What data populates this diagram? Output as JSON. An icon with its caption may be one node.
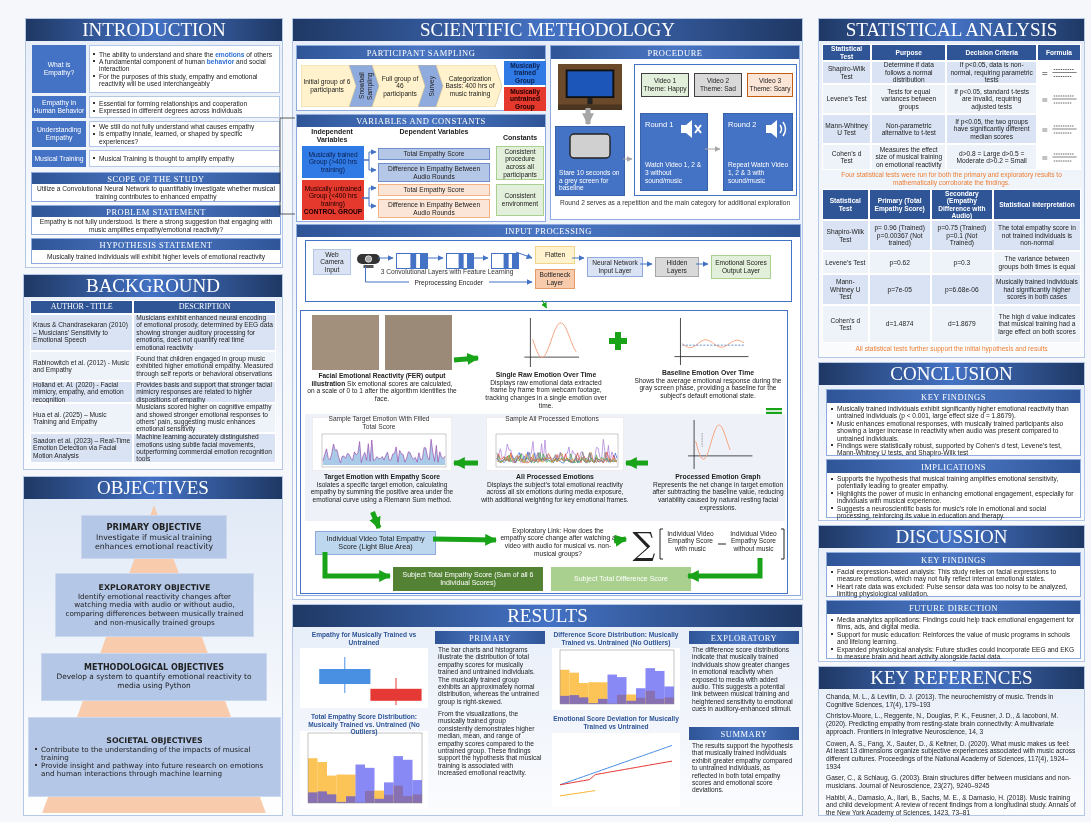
{
  "diagram": {
    "nodes": [
      {
        "text": [
          "INTRODUCTION"
        ]
      },
      {
        "text": [
          "What is Empathy?"
        ],
        "in": 0
      },
      {
        "text": [
          "The ability to understand and share the **emotions** of others",
          "A fundamental component of human **behavior** and social interaction",
          "For the purposes of this study, empathy and emotional reactivity will be used interchangeably"
        ],
        "in": 0
      },
      {
        "text": [
          "Empathy in Human Behavior"
        ],
        "in": 0
      },
      {
        "text": [
          "Essential for forming relationships and cooperation",
          "Expressed in different degrees across individuals"
        ],
        "in": 0
      },
      {
        "text": [
          "Understanding Empathy"
        ],
        "in": 0
      },
      {
        "text": [
          "We still do not fully understand what causes empathy",
          "Is empathy innate, learned, or shaped by specific experiences?"
        ],
        "in": 0
      },
      {
        "text": [
          "Musical Training"
        ],
        "in": 0
      },
      {
        "text": [
          "Musical Training is thought to amplify empathy"
        ],
        "in": 0
      },
      {
        "text": [
          "SCOPE OF THE STUDY",
          "Utilize a Convolutional Neural Network to quantifiably investigate whether musical training contributes to enhanced empathy"
        ],
        "in": 0
      },
      {
        "text": [
          "PROBLEM STATEMENT",
          "Empathy is not fully understood. Is there a strong suggestion that engaging with music amplifies empathy/emotional reactivity?"
        ],
        "in": 0
      },
      {
        "text": [
          "HYPOTHESIS STATEMENT",
          "Musically trained individuals will exhibit higher levels of emotional reactivity"
        ],
        "in": 0
      },
      {
        "text": [
          "BACKGROUND"
        ]
      },
      {
        "text": [
          "OBJECTIVES"
        ]
      },
      {
        "text": [
          "PRIMARY OBJECTIVE",
          "Investigate if musical training enhances emotional reactivity"
        ],
        "in": 13
      },
      {
        "text": [
          "EXPLORATORY OBJECTIVE",
          "Identify emotional reactivity changes after watching media with audio or without audio, comparing differences between musically trained and non-musically trained groups"
        ],
        "in": 13
      },
      {
        "text": [
          "METHODOLOGICAL OBJECTIVES",
          "Develop a system to quantify emotional reactivity to media using Python"
        ],
        "in": 13
      },
      {
        "text": [
          "SOCIETAL OBJECTIVES",
          "Contribute to the understanding of the impacts of musical training",
          "Provide insight and pathway into future research on emotions and human interactions through machine learning"
        ],
        "in": 13
      },
      {
        "text": [
          "SCIENTIFIC METHODOLOGY"
        ]
      },
      {
        "text": [
          "PARTICIPANT SAMPLING"
        ],
        "in": 18
      },
      {
        "text": [
          "Initial group of 6 participants"
        ],
        "in": 19
      },
      {
        "text": [
          "Snowball Sampling"
        ],
        "in": 19
      },
      {
        "text": [
          "Full group of 46 participants"
        ],
        "in": 19
      },
      {
        "text": [
          "Survey"
        ],
        "in": 19
      },
      {
        "text": [
          "Categorization Basis: 400 hrs of music training"
        ],
        "in": 19
      },
      {
        "text": [
          "Musically trained Group"
        ],
        "in": 19
      },
      {
        "text": [
          "Musically untrained Group"
        ],
        "in": 19
      },
      {
        "text": [
          "VARIABLES AND CONSTANTS",
          "Independent Variables",
          "Dependent Variables",
          "Constants"
        ],
        "in": 18
      },
      {
        "text": [
          "Musically trained Group (>400 hrs training)"
        ],
        "in": 27
      },
      {
        "text": [
          "Total Empathy Score"
        ],
        "in": 27
      },
      {
        "text": [
          "Difference in Empathy Between Audio Rounds"
        ],
        "in": 27
      },
      {
        "text": [
          "Musically untrained Group (<400 hrs training)",
          "CONTROL GROUP"
        ],
        "in": 27
      },
      {
        "text": [
          "Total Empathy Score"
        ],
        "in": 27
      },
      {
        "text": [
          "Difference in Empathy Between Audio Rounds"
        ],
        "in": 27
      },
      {
        "text": [
          "Consistent procedure across all participants"
        ],
        "in": 27
      },
      {
        "text": [
          "Consistent environment"
        ],
        "in": 27
      },
      {
        "text": [
          "PROCEDURE"
        ],
        "in": 18
      },
      {
        "text": [],
        "shape": "picture",
        "in": 36
      },
      {
        "text": [
          "Stare 10 seconds on a grey screen for baseline"
        ],
        "in": 36
      },
      {
        "text": [],
        "shape": "box",
        "in": 36
      },
      {
        "text": [
          "Video 1 Theme: Happy"
        ],
        "in": 39
      },
      {
        "text": [
          "Video 2 Theme: Sad"
        ],
        "in": 39
      },
      {
        "text": [
          "Video 3 Theme: Scary"
        ],
        "in": 39
      },
      {
        "text": [
          "Round 1",
          "Watch Video 1, 2 & 3 without sound/music"
        ],
        "in": 39
      },
      {
        "text": [
          "Round 2",
          "Repeat Watch Video 1, 2 & 3 with sound/music"
        ],
        "in": 39
      },
      {
        "text": [
          "INPUT PROCESSING"
        ],
        "in": 18
      },
      {
        "text": [],
        "shape": "box",
        "in": 45
      },
      {
        "text": [
          "Web Camera Input"
        ],
        "in": 46
      },
      {
        "text": [],
        "shape": "picture",
        "in": 46
      },
      {
        "text": [],
        "shape": "box",
        "in": 46
      },
      {
        "text": [],
        "shape": "box",
        "in": 46
      },
      {
        "text": [],
        "shape": "box",
        "in": 46
      },
      {
        "text": [
          "Flatten"
        ],
        "in": 46
      },
      {
        "text": [
          "Bottleneck Layer"
        ],
        "in": 46
      },
      {
        "text": [
          "Neural Network Input Layer"
        ],
        "in": 46
      },
      {
        "text": [
          "Hidden Layers"
        ],
        "in": 46
      },
      {
        "text": [
          "Emotional Scores Output Layer"
        ],
        "in": 46
      },
      {
        "text": [],
        "shape": "box",
        "in": 45
      },
      {
        "text": [
          "**Facial Emotional Reactivity (FER) output illustration** Six emotional scores are calculated, on a scale of 0 to 1 after the algorithm identifies the face."
        ],
        "in": 57
      },
      {
        "text": [
          "Single Raw Emotion Over Time",
          "Displays raw emotional data extracted frame by frame from webcam footage, tracking changes in a single emotion over time."
        ],
        "in": 57
      },
      {
        "text": [
          "Baseline Emotion Over Time",
          "Shows the average emotional response during the gray screen phase, providing a baseline for the subject’s default emotional state."
        ],
        "in": 57
      },
      {
        "text": [
          "Processed Emotion Graph",
          "Represents the net change in target emotion after subtracting the baseline value, reducing variability caused by natural resting facial expressions."
        ],
        "in": 57
      },
      {
        "text": [
          "All Processed Emotions",
          "Displays the subject’s total emotional reactivity across all six emotions during media exposure, with additional weighting for key emotional frames."
        ],
        "in": 57
      },
      {
        "text": [
          "Target Emotion with Empathy Score",
          "Isolates a specific target emotion, calculating empathy by summing the positive area under the emotional curve using a Riemann Sum method."
        ],
        "in": 57
      },
      {
        "text": [
          "Individual Video Total Empathy Score (Light Blue Area)"
        ],
        "in": 57
      },
      {
        "text": [
          "Exploratory Link: How does the empathy score change after watching a video with audio for musical vs. non-musical groups?"
        ],
        "in": 57
      },
      {
        "text": [
          "∑",
          "Individual Video Empathy Score with music",
          "Individual Video Empathy Score without music"
        ],
        "in": 57
      },
      {
        "text": [
          "Subject Total Empathy Score (Sum of all 6 Individual Scores)"
        ],
        "in": 57
      },
      {
        "text": [
          "Subject Total Difference Score"
        ],
        "in": 57
      },
      {
        "text": [
          "RESULTS"
        ]
      },
      {
        "text": [
          "PRIMARY",
          "The bar charts and histograms illustrate the distribution of total empathy scores for musically trained and untrained individuals. The musically trained group exhibits an approximately normal distribution, whereas the untrained group is right-skewed.",
          "From the visualizations, the musically trained group consistently demonstrates higher median, mean, and range of empathy scores compared to the untrained group. These findings support the hypothesis that musical training is associated with increased emotional reactivity."
        ],
        "in": 69
      },
      {
        "text": [
          "EXPLORATORY",
          "The difference score distributions indicate that musically trained individuals show greater changes in emotional reactivity when exposed to media with added audio. This suggests a potential link between musical training and heightened sensitivity to emotional cues in auditory-enhanced stimuli."
        ],
        "in": 69
      },
      {
        "text": [
          "SUMMARY",
          "The results support the hypothesis that musically trained individuals exhibit greater empathy compared to untrained individuals, as reflected in both total empathy scores and emotional score deviations."
        ],
        "in": 69
      },
      {
        "text": [
          "STATISTICAL ANALYSIS"
        ]
      },
      {
        "text": [
          "CONCLUSION"
        ]
      },
      {
        "text": [
          "KEY FINDINGS",
          "Musically trained individuals exhibit significantly higher emotional reactivity than untrained individuals (p < 0.001, large effect size d = 1.8679).",
          "Music enhances emotional responses, with musically trained participants also showing a larger increase in reactivity when audio was present compared to untrained individuals.",
          "Findings were statistically robust, supported by Cohen’s d test, Levene’s test, Mann-Whitney U tests, and Shapiro-Wilk test"
        ],
        "in": 74
      },
      {
        "text": [
          "IMPLICATIONS",
          "Supports the hypothesis that musical training amplifies emotional sensitivity, potentially leading to greater empathy.",
          "Highlights the power of music in enhancing emotional engagement, especially for individuals with musical experience.",
          "Suggests a neuroscientific basis for music’s role in emotional and social processing, reinforcing its value in education and therapy."
        ],
        "in": 74
      },
      {
        "text": [
          "DISCUSSION"
        ]
      },
      {
        "text": [
          "KEY FINDINGS",
          "Facial expression-based analysis: This study relies on facial expressions to measure emotions, which may not fully reflect internal emotional states.",
          "Heart rate data was excluded: Pulse sensor data was too noisy to be analyzed, limiting physiological validation."
        ],
        "in": 77
      },
      {
        "text": [
          "FUTURE DIRECTION",
          "Media analytics applications: Findings could help track emotional engagement for films, ads, and digital media.",
          "Support for music education: Reinforces the value of music programs in schools and lifelong learning.",
          "Expanded physiological analysis: Future studies could incorporate EEG and EKG to measure brain and heart activity alongside facial data."
        ],
        "in": 77
      },
      {
        "text": [
          "KEY REFERENCES",
          "Chanda, M. L., & Levitin, D. J. (2013). The neurochemistry of music. Trends in Cognitive Sciences, 17(4), 179–193",
          "Christov-Moore, L., Reggente, N., Douglas, P. K., Feusner, J. D., & Iacoboni, M. (2020). Predicting empathy from resting-state brain connectivity: A multivariate approach. Frontiers in Integrative Neuroscience, 14, 3",
          "Cowen, A. S., Fang, X., Sauter, D., & Keltner, D. (2020). What music makes us feel: At least 13 dimensions organize subjective experiences associated with music across different cultures. Proceedings of the National Academy of Sciences, 117(4), 1924–1934",
          "Gaser, C., & Schlaug, G. (2003). Brain structures differ between musicians and non-musicians. Journal of Neuroscience, 23(27), 9240–9245",
          "Habibi, A., Damasio, A., Ilari, B., Sachs, M. E., & Damasio, H. (2018). Music training and child development: A review of recent findings from a longitudinal study. Annals of the New York Academy of Sciences, 1423, 73–81"
        ]
      }
    ],
    "edges": [
      {
        "from": 28,
        "to": 29,
        "arrow": "to"
      },
      {
        "from": 28,
        "to": 30,
        "arrow": "to"
      },
      {
        "from": 31,
        "to": 32,
        "arrow": "to"
      },
      {
        "from": 31,
        "to": 33,
        "arrow": "to"
      },
      {
        "from": 37,
        "to": 38,
        "arrow": "to",
        "style": "thick",
        "color": "#a6a6a6"
      },
      {
        "from": 38,
        "to": 39,
        "arrow": "to",
        "color": "#a6a6a6"
      },
      {
        "from": 43,
        "to": 44,
        "arrow": "to",
        "color": "#a6a6a6"
      },
      {
        "from": 48,
        "to": 49,
        "arrow": "to"
      },
      {
        "from": 49,
        "to": 50,
        "arrow": "to"
      },
      {
        "from": 50,
        "to": 51,
        "arrow": "to"
      },
      {
        "from": 51,
        "to": 52,
        "arrow": "to"
      },
      {
        "from": 48,
        "to": 53,
        "arrow": "to",
        "label": "Preprocessing Encoder"
      },
      {
        "from": 52,
        "to": 54,
        "arrow": "to"
      },
      {
        "from": 54,
        "to": 55,
        "arrow": "to"
      },
      {
        "from": 55,
        "to": 56,
        "arrow": "to"
      },
      {
        "from": 46,
        "to": 57,
        "arrow": "to",
        "color": "#19a319"
      },
      {
        "from": 58,
        "to": 59,
        "arrow": "to",
        "style": "thick",
        "color": "#19a319"
      },
      {
        "from": 61,
        "to": 62,
        "arrow": "to",
        "style": "thick",
        "color": "#19a319"
      },
      {
        "from": 62,
        "to": 63,
        "arrow": "to",
        "style": "thick",
        "color": "#19a319"
      },
      {
        "from": 63,
        "to": 64,
        "arrow": "to",
        "style": "thick",
        "color": "#19a319"
      },
      {
        "from": 64,
        "to": 65,
        "arrow": "to",
        "style": "thick",
        "color": "#19a319"
      },
      {
        "from": 65,
        "to": 66,
        "arrow": "to",
        "style": "thick",
        "color": "#19a319"
      },
      {
        "from": 64,
        "to": 67,
        "arrow": "to",
        "style": "thick",
        "color": "#19a319"
      },
      {
        "from": 66,
        "to": 68,
        "arrow": "to",
        "style": "thick",
        "color": "#19a319"
      }
    ],
    "labels": [
      "AUTHOR - TITLE",
      "DESCRIPTION",
      "Kraus & Chandrasekaran (2010) – Musicians’ Sensitivity to Emotional Speech",
      "Musicians exhibit enhanced neural encoding of emotional prosody, determined by EEG data showing stronger auditory processing for emotions, does not quantify real time emotional reactivity",
      "Rabinowitch et al. (2012) - Music and Empathy",
      "Found that children engaged in group music exhibited higher emotional empathy. Measured through self reports or behavioral observations",
      "Holland et. Al. (2020) - Facial mimicry, empathy, and emotion recognition",
      "Provides basis and support that stronger facial mimicry responses are related to higher dispositions of empathy",
      "Hua et al. (2025) – Music Training and Empathy",
      "Musicians scored higher on cognitive empathy and showed stronger emotional responses to others’ pain, suggesting music enhances emotional sensitivity",
      "Saadon et al. (2023) – Real-Time Emotion Detection via Facial Motion Analysis",
      "Machine learning accurately distinguished emotions using subtle facial movements, outperforming commercial emotion recognition tools",
      "Statistical Test",
      "Purpose",
      "Decision Criteria",
      "Formula",
      "Shapiro-Wilk Test",
      "Determine if data follows a normal distribution",
      "If p<0.05, data is non-normal, requiring parametric tests",
      "Levene’s Test",
      "Tests for equal variances between groups",
      "If p<0.05, standard t-tests are invalid, requiring adjusted tests",
      "Mann-Whitney U Test",
      "Non-parametric alternative to t-test",
      "If p<0.05, the two groups have significantly different median scores",
      "Cohen’s d Test",
      "Measures the effect size of musical training on emotional reactivity",
      "d>0.8 = Large d>0.5 = Moderate d>0.2 = Small",
      "Four statistical tests were run for both the primary and exploratory results to mathematically corroborate the findings.",
      "Statistical Test",
      "Primary (Total Empathy Score)",
      "Secondary (Empathy Difference with Audio)",
      "Statistical Interpretation",
      "Shapiro-Wilk Test",
      "p= 0.96 (Trained) p=0.00367 (Not trained)",
      "p=0.75 (Trained) p=0.1 (Not Trained)",
      "The total empathy score in not trained individuals is non-normal",
      "Levene’s Test",
      "p=0.62",
      "p=0.3",
      "The variance between groups both times is equal",
      "Mann-Whitney U Test",
      "p=7e-05",
      "p=6.68e-06",
      "Musically trained individuals had significantly higher scores in both cases",
      "Cohen’s d Test",
      "d=1.4874",
      "d=1.8679",
      "The high d value indicates that musical training had a large effect on both scores",
      "All statistical tests further support the initial hypothesis and results",
      "Round 2 serves as a repetition and the main category for additional exploration",
      "3 Convolutional Layers with Feature Learning",
      "Empathy for Musically Trained vs Untrained",
      "Total Empathy Score Distribution: Musically Trained vs. Untrained (No Outliers)",
      "Difference Score Distribution: Musically Trained vs. Untrained (No Outliers)",
      "Emotional Score Deviation for Musically Trained vs Untrained",
      "Sample Target Emotion With Filled Total Score",
      "Sample All Processed Emotions"
    ]
  }
}
